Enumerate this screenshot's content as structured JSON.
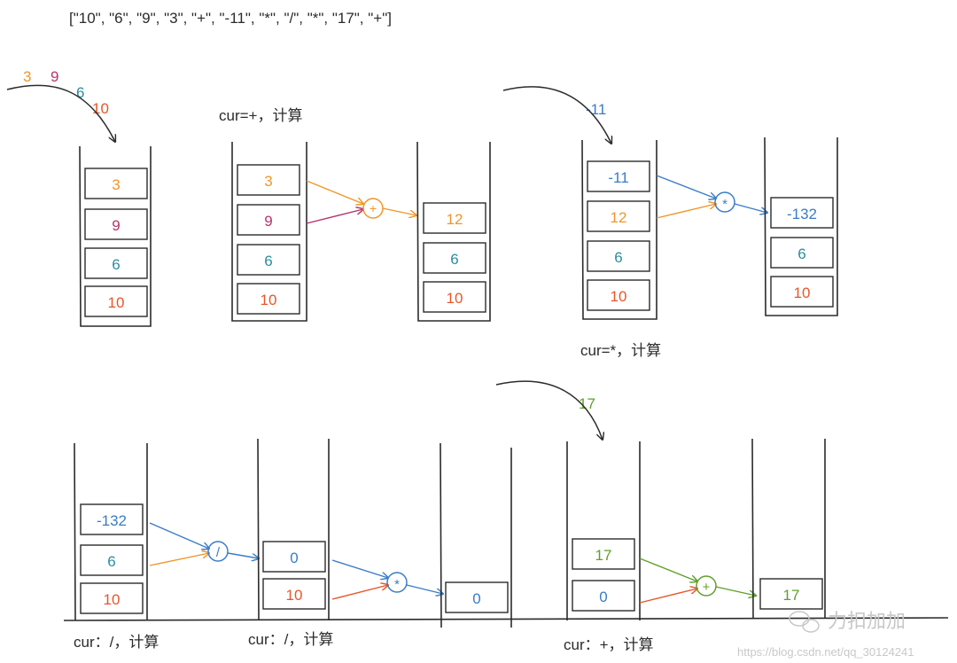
{
  "colors": {
    "ink": "#2b2b2b",
    "orange": "#f0962a",
    "magenta": "#b8336a",
    "teal": "#2a8d9e",
    "red": "#e8562a",
    "blue": "#3a7cc7",
    "green": "#5fa02a",
    "gray": "#c8c8c8"
  },
  "header": {
    "token_list": "[\"10\", \"6\", \"9\", \"3\", \"+\", \"-11\", \"*\", \"/\", \"*\", \"17\", \"+\"]"
  },
  "incoming": {
    "g1": [
      "3",
      "9",
      "6",
      "10"
    ],
    "g2": [
      "-11"
    ],
    "g3": [
      "17"
    ]
  },
  "captions": {
    "c1": "cur=+，计算",
    "c2": "cur=*，计算",
    "c3": "cur：/，计算",
    "c4": "cur：/，计算",
    "c5": "cur：+，计算"
  },
  "stacks": {
    "s1": [
      "3",
      "9",
      "6",
      "10"
    ],
    "s2": [
      "3",
      "9",
      "6",
      "10"
    ],
    "s3": [
      "12",
      "6",
      "10"
    ],
    "s4": [
      "-11",
      "12",
      "6",
      "10"
    ],
    "s5": [
      "-132",
      "6",
      "10"
    ],
    "s6": [
      "-132",
      "6",
      "10"
    ],
    "s7": [
      "0",
      "10"
    ],
    "s8": [
      "0"
    ],
    "s9": [
      "17",
      "0"
    ],
    "s10": [
      "17"
    ]
  },
  "operators": {
    "op1": "+",
    "op2": "*",
    "op3": "/",
    "op4": "*",
    "op5": "+"
  },
  "watermark": {
    "brand": "力扣加加",
    "url": "https://blog.csdn.net/qq_30124241"
  }
}
